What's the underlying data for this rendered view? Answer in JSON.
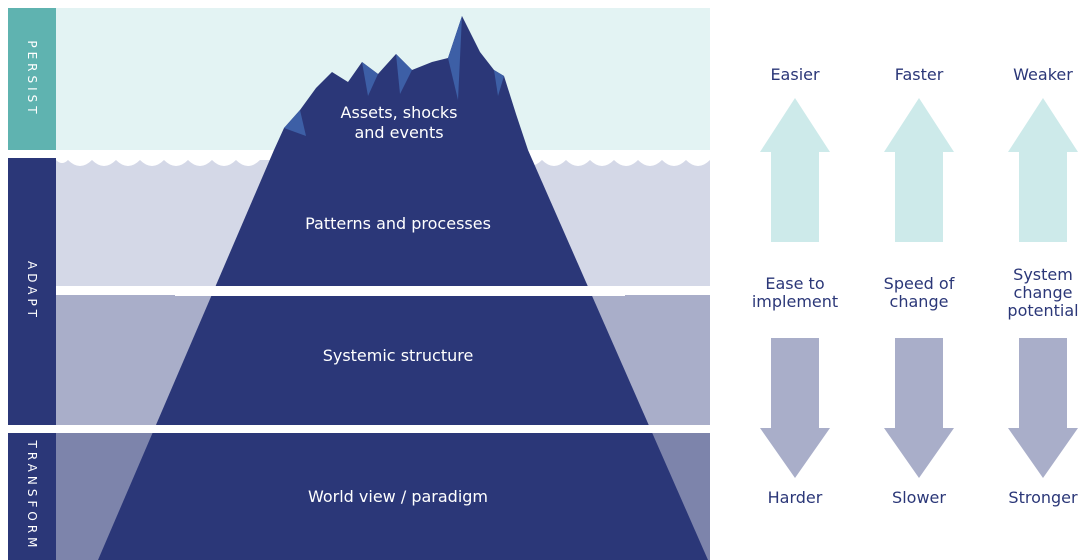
{
  "bands": {
    "persist_label": "PERSIST",
    "adapt_label": "ADAPT",
    "transform_label": "TRANSFORM"
  },
  "iceberg": {
    "tip_line1": "Assets, shocks",
    "tip_line2": "and events",
    "layer2": "Patterns and processes",
    "layer3": "Systemic structure",
    "layer4": "World view / paradigm"
  },
  "columns": [
    {
      "top": "Easier",
      "middle": [
        "Ease to",
        "implement"
      ],
      "bottom": "Harder"
    },
    {
      "top": "Faster",
      "middle": [
        "Speed of",
        "change"
      ],
      "bottom": "Slower"
    },
    {
      "top": "Weaker",
      "middle": [
        "System",
        "change",
        "potential"
      ],
      "bottom": "Stronger"
    }
  ],
  "colors": {
    "persist_band": "#5fb3b0",
    "adapt_band": "#2b3778",
    "transform_band": "#2b3778",
    "persist_bg": "#e3f3f3",
    "adapt_bg_top": "#d4d8e7",
    "adapt_bg_bottom": "#a9aec9",
    "transform_bg": "#7d84ab",
    "iceberg": "#2b3778",
    "up_arrow": "#cdeaea",
    "down_arrow": "#a9aec9",
    "text": "#2b3778"
  }
}
